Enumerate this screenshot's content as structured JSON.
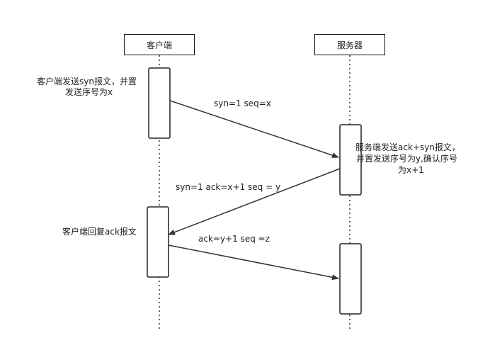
{
  "participants": {
    "client": "客户端",
    "server": "服务器"
  },
  "notes": {
    "client_syn_line1": "客户端发送syn报文，并置",
    "client_syn_line2": "发送序号为x",
    "server_synack_line1": "服务端发送ack+syn报文，",
    "server_synack_line2": "并置发送序号为y,确认序号",
    "server_synack_line3": "为x+1",
    "client_ack": "客户端回复ack报文"
  },
  "messages": {
    "syn": "syn=1 seq=x",
    "syn_ack": "syn=1 ack=x+1 seq = y",
    "ack": "ack=y+1 seq =z"
  }
}
